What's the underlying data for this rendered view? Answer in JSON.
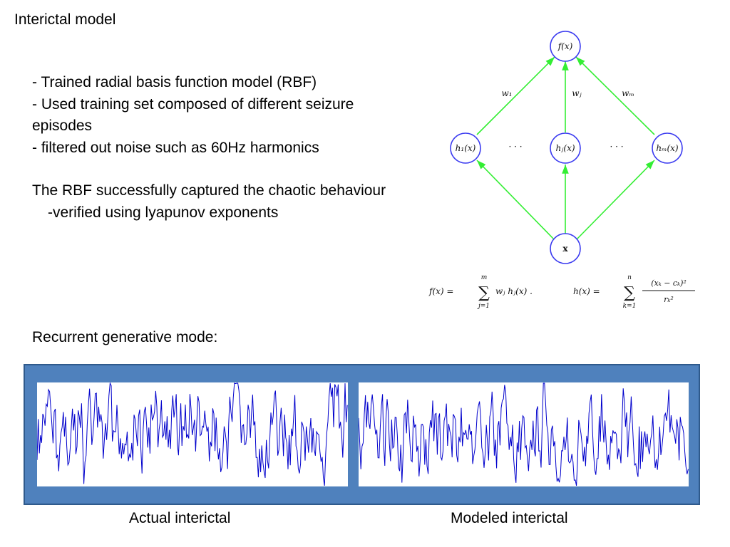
{
  "slide": {
    "title": "Interictal model",
    "bullets": [
      "- Trained radial basis function model (RBF)",
      "- Used training set composed of different seizure episodes",
      "- filtered out noise such as 60Hz harmonics"
    ],
    "finding": "The RBF successfully captured the chaotic behaviour",
    "finding_sub": "-verified using lyapunov exponents",
    "section_label": "Recurrent generative mode:",
    "captions": {
      "left": "Actual interictal",
      "right": "Modeled interictal"
    }
  },
  "network": {
    "output": "f(x)",
    "hidden": [
      "h₁(x)",
      "hⱼ(x)",
      "hₘ(x)"
    ],
    "weights": [
      "w₁",
      "wⱼ",
      "wₘ"
    ],
    "ellipsis": "· · ·",
    "input": "x",
    "eq_f_lhs": "f(x)  =",
    "eq_f_top": "m",
    "eq_f_sum": "∑",
    "eq_f_bottom": "j=1",
    "eq_f_rhs": "wⱼ hⱼ(x) .",
    "eq_h_lhs": "h(x)  =",
    "eq_h_top": "n",
    "eq_h_sum": "∑",
    "eq_h_bottom": "k=1",
    "eq_h_num": "(xₖ − cₖ)²",
    "eq_h_den": "rₖ²"
  },
  "colors": {
    "node": "#3a3af0",
    "edge": "#33ee33",
    "trace": "#0000cc",
    "panel": "#4f81bd"
  }
}
